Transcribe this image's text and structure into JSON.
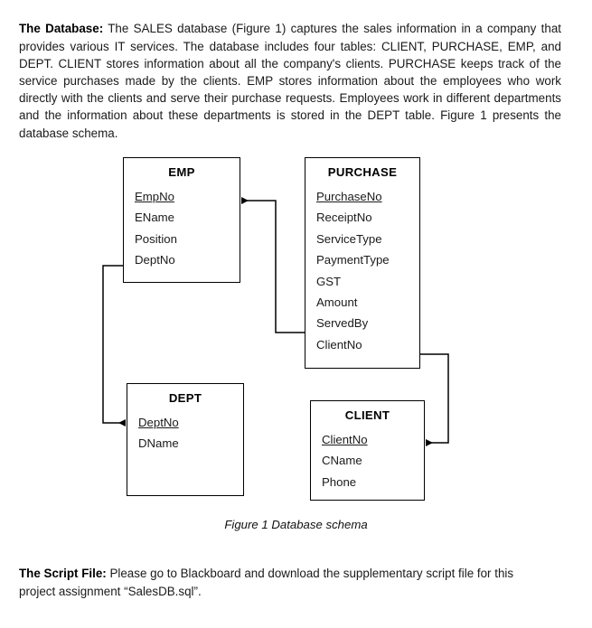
{
  "document": {
    "intro": {
      "lead": "The Database:",
      "body": " The SALES database (Figure 1) captures the sales information in a company that provides various IT services. The database includes four tables: CLIENT, PURCHASE, EMP, and DEPT. CLIENT stores information about all the company's clients. PURCHASE keeps track of the service purchases made by the clients. EMP stores information about the employees who work directly with the clients and serve their purchase requests. Employees work in different departments and the information about these departments is stored in the DEPT table. Figure 1 presents the database schema."
    },
    "figure_caption": "Figure 1 Database schema",
    "script": {
      "lead": "The Script File:",
      "body": " Please go to Blackboard and download the supplementary script file for this project assignment “SalesDB.sql”."
    }
  },
  "diagram": {
    "type": "er-schema",
    "entities": [
      {
        "name": "EMP",
        "attributes": [
          {
            "label": "EmpNo",
            "key": "primary"
          },
          {
            "label": "EName",
            "key": "none"
          },
          {
            "label": "Position",
            "key": "none"
          },
          {
            "label": "DeptNo",
            "key": "foreign"
          }
        ]
      },
      {
        "name": "PURCHASE",
        "attributes": [
          {
            "label": "PurchaseNo",
            "key": "primary"
          },
          {
            "label": "ReceiptNo",
            "key": "none"
          },
          {
            "label": "ServiceType",
            "key": "none"
          },
          {
            "label": "PaymentType",
            "key": "none"
          },
          {
            "label": "GST",
            "key": "none"
          },
          {
            "label": "Amount",
            "key": "none"
          },
          {
            "label": "ServedBy",
            "key": "foreign"
          },
          {
            "label": "ClientNo",
            "key": "foreign"
          }
        ]
      },
      {
        "name": "DEPT",
        "attributes": [
          {
            "label": "DeptNo",
            "key": "primary"
          },
          {
            "label": "DName",
            "key": "none"
          }
        ]
      },
      {
        "name": "CLIENT",
        "attributes": [
          {
            "label": "ClientNo",
            "key": "primary"
          },
          {
            "label": "CName",
            "key": "none"
          },
          {
            "label": "Phone",
            "key": "none"
          }
        ]
      }
    ],
    "relationships": [
      {
        "from": "PURCHASE.ServedBy",
        "to": "EMP.EmpNo"
      },
      {
        "from": "EMP.DeptNo",
        "to": "DEPT.DeptNo"
      },
      {
        "from": "PURCHASE.ClientNo",
        "to": "CLIENT.ClientNo"
      }
    ],
    "line_color": "#000000"
  }
}
